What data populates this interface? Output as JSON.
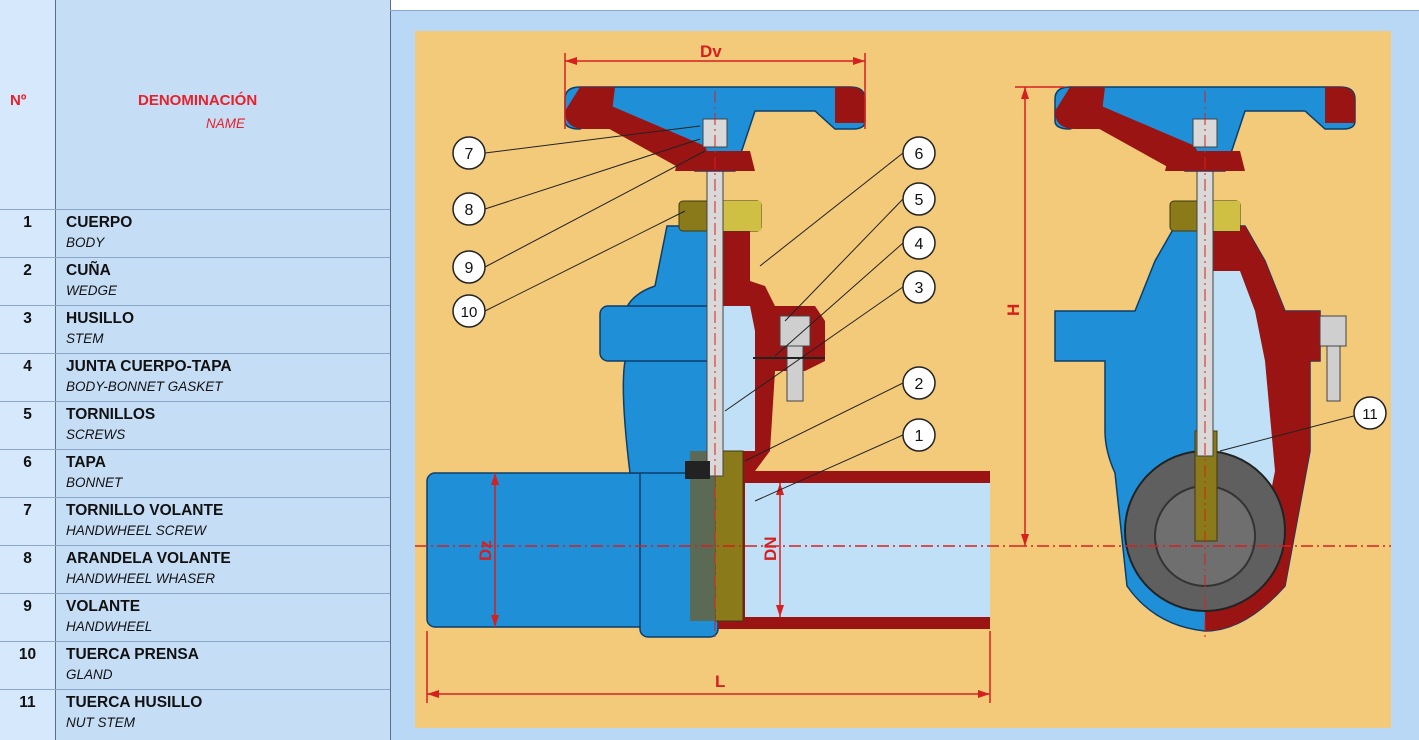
{
  "header": {
    "no": "Nº",
    "name": "DENOMINACIÓN",
    "name_en": "NAME"
  },
  "parts": [
    {
      "no": "1",
      "es": "CUERPO",
      "en": "BODY"
    },
    {
      "no": "2",
      "es": "CUÑA",
      "en": "WEDGE"
    },
    {
      "no": "3",
      "es": "HUSILLO",
      "en": "STEM"
    },
    {
      "no": "4",
      "es": "JUNTA CUERPO-TAPA",
      "en": "BODY-BONNET GASKET"
    },
    {
      "no": "5",
      "es": "TORNILLOS",
      "en": "SCREWS"
    },
    {
      "no": "6",
      "es": "TAPA",
      "en": "BONNET"
    },
    {
      "no": "7",
      "es": "TORNILLO VOLANTE",
      "en": "HANDWHEEL SCREW"
    },
    {
      "no": "8",
      "es": "ARANDELA VOLANTE",
      "en": "HANDWHEEL WHASER"
    },
    {
      "no": "9",
      "es": "VOLANTE",
      "en": "HANDWHEEL"
    },
    {
      "no": "10",
      "es": "TUERCA PRENSA",
      "en": "GLAND"
    },
    {
      "no": "11",
      "es": "TUERCA HUSILLO",
      "en": "NUT STEM"
    }
  ],
  "dimensions": {
    "dv": "Dv",
    "h": "H",
    "dz": "Dz",
    "dn": "DN",
    "l": "L"
  },
  "callouts": [
    "7",
    "8",
    "9",
    "10",
    "6",
    "5",
    "4",
    "3",
    "2",
    "1",
    "11"
  ],
  "colors": {
    "background": "#f3c97a",
    "body_blue": "#1f8fd8",
    "section_red": "#9a1414",
    "dimension_red": "#d6201f",
    "table_no": "#d6e8fb",
    "table_name": "#c6ddf6",
    "panel": "#b8d8f6"
  }
}
